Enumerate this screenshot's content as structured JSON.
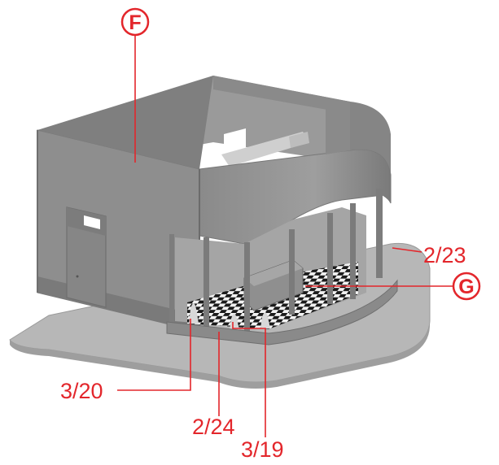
{
  "callouts": {
    "f": "F",
    "g": "G",
    "l_2_23": "2/23",
    "l_3_20": "3/20",
    "l_2_24": "2/24",
    "l_3_19": "3/19"
  },
  "colors": {
    "accent": "#e3262b",
    "model_wall": "#8c8c8c",
    "model_dark": "#6e6e6e",
    "model_light": "#a9a9a9",
    "base": "#b5b5b5",
    "floor_tile": "#1a1a1a"
  }
}
